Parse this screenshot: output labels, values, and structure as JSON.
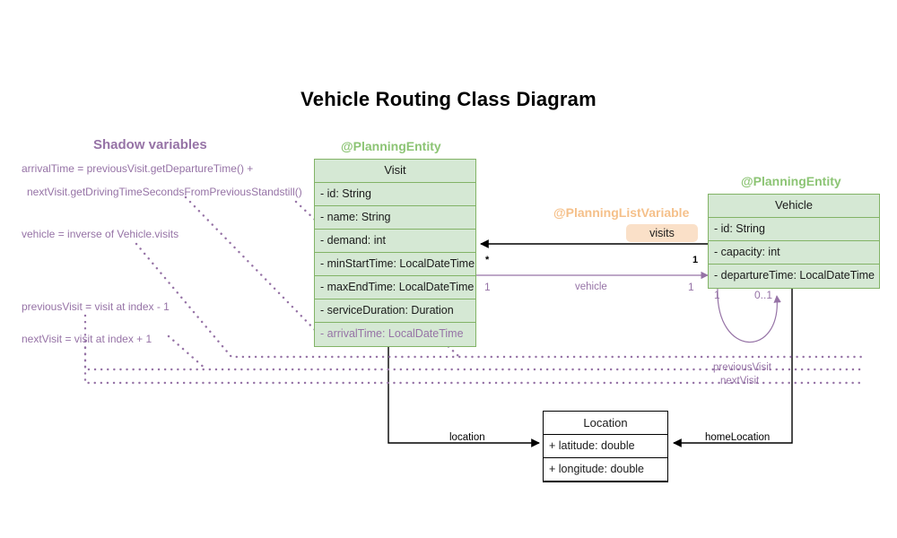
{
  "title": "Vehicle Routing Class Diagram",
  "colors": {
    "entity_fill": "#d5e8d4",
    "entity_border": "#82b366",
    "stereotype_green": "#8cc474",
    "stereotype_orange": "#f5c08a",
    "shadow_purple": "#9673a6",
    "badge_fill": "#fae0c8",
    "plain_border": "#000000"
  },
  "shadow_panel": {
    "title": "Shadow variables",
    "lines": [
      "arrivalTime = previousVisit.getDepartureTime() +",
      "nextVisit.getDrivingTimeSecondsFromPreviousStandstill()",
      "vehicle = inverse of Vehicle.visits",
      "previousVisit = visit at index - 1",
      "nextVisit = visit at index + 1"
    ]
  },
  "classes": {
    "visit": {
      "stereotype": "@PlanningEntity",
      "name": "Visit",
      "fields": [
        "- id: String",
        "- name: String",
        "- demand: int",
        "- minStartTime: LocalDateTime",
        "- maxEndTime: LocalDateTime",
        "- serviceDuration: Duration",
        "- arrivalTime: LocalDateTime"
      ]
    },
    "vehicle": {
      "stereotype": "@PlanningEntity",
      "name": "Vehicle",
      "fields": [
        "- id: String",
        "- capacity: int",
        "- departureTime: LocalDateTime"
      ]
    },
    "location": {
      "name": "Location",
      "fields": [
        "+ latitude: double",
        "+ longitude: double"
      ]
    }
  },
  "annotations": {
    "planning_list_variable": "@PlanningListVariable",
    "visits_badge": "visits"
  },
  "edges": {
    "visits": {
      "role": "visits",
      "source_mult": "1",
      "target_mult": "*"
    },
    "vehicle": {
      "role": "vehicle",
      "source_mult": "1",
      "target_mult": "1"
    },
    "self_loop": {
      "source_mult": "1",
      "target_mult": "0..1"
    },
    "previous_visit": "previousVisit",
    "next_visit": "nextVisit",
    "location": "location",
    "home_location": "homeLocation"
  }
}
